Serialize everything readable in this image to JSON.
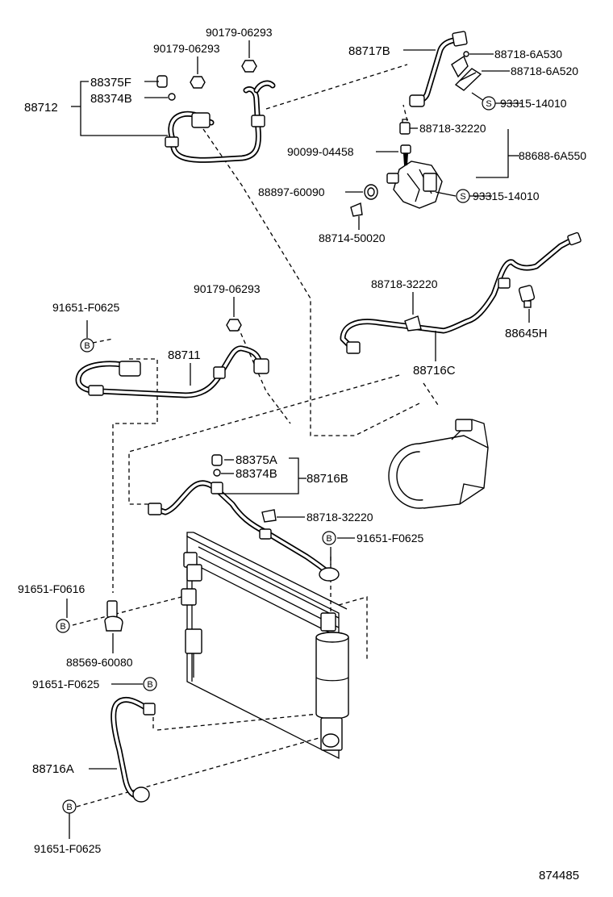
{
  "diagram_id": "874485",
  "labels": {
    "p90179_a": "90179-06293",
    "p90179_b": "90179-06293",
    "p90179_c": "90179-06293",
    "p88375F": "88375F",
    "p88374B_top": "88374B",
    "p88712": "88712",
    "p88717B": "88717B",
    "p88718_6A530": "88718-6A530",
    "p88718_6A520": "88718-6A520",
    "p93315_a": "93315-14010",
    "p88718_32220_a": "88718-32220",
    "p90099": "90099-04458",
    "p88688": "88688-6A550",
    "p88897": "88897-60090",
    "p93315_b": "93315-14010",
    "p88714": "88714-50020",
    "p91651_F0625_a": "91651-F0625",
    "p88711": "88711",
    "p88718_32220_b": "88718-32220",
    "p88645H": "88645H",
    "p88716C": "88716C",
    "p88375A": "88375A",
    "p88374B_mid": "88374B",
    "p88716B": "88716B",
    "p88718_32220_c": "88718-32220",
    "p91651_F0625_b": "91651-F0625",
    "p91651_F0616": "91651-F0616",
    "p88569": "88569-60080",
    "p91651_F0625_c": "91651-F0625",
    "p88716A": "88716A",
    "p91651_F0625_d": "91651-F0625"
  },
  "markers": {
    "bolt": "B",
    "screw": "S"
  }
}
